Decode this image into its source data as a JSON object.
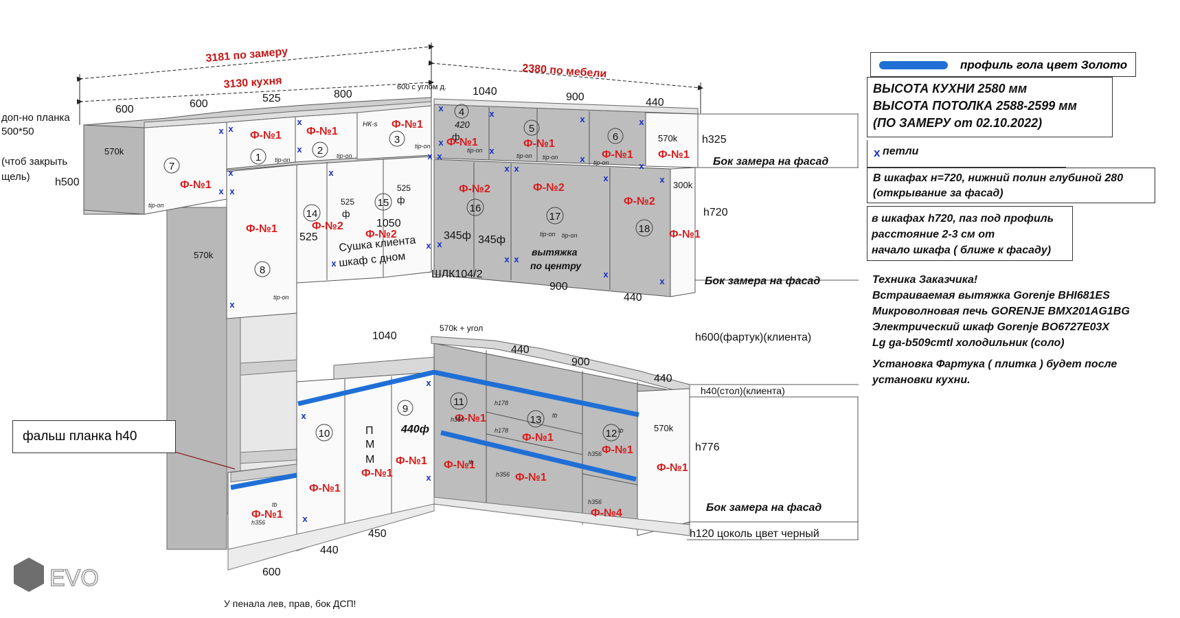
{
  "dimensions": {
    "measure_total": "3181 по замеру",
    "kitchen_total": "3130 кухня",
    "corner_total": "2380 по мебели",
    "top_modules": [
      "600",
      "600",
      "525",
      "800",
      "600 с углом д.",
      "1040",
      "900",
      "440"
    ],
    "mid": {
      "d525a": "525",
      "d525b": "525",
      "d525c": "525",
      "d1050": "1050",
      "d345a": "345ф",
      "d345b": "345ф",
      "d900": "900",
      "d440": "440"
    },
    "low_1040": "1040",
    "corner_label": "570k + угол",
    "low_440": "440",
    "low_900": "900",
    "low_440b": "440",
    "bottom_600": "600",
    "bottom_440": "440",
    "bottom_450": "450",
    "depth_570k": "570k",
    "depth_300k": "300k",
    "d440f": "440ф",
    "h325": "h325",
    "h500": "h500",
    "h720": "h720",
    "h776": "h776",
    "h600": "h600(фартук)(клиента)",
    "h40": "h40(стол)(клиента)",
    "h120": "h120 цоколь цвет черный"
  },
  "labels": {
    "bok1": "Бок замера на фасад",
    "bok2": "Бок замера на фасад",
    "bok3": "Бок замера на фасад",
    "dop_planka_1": "доп-но планка",
    "dop_planka_2": "500*50",
    "dop_planka_3": "(чтоб закрыть",
    "dop_planka_4": "щель)",
    "drying_1": "Сушка клиента",
    "drying_2": "шкаф с дном",
    "shlk": "ШЛК104/2",
    "hood_1": "вытяжка",
    "hood_2": "по центру",
    "pmm_p": "П",
    "pmm_m1": "М",
    "pmm_m2": "М",
    "pencil_note": "У пенала лев, прав, бок ДСП!",
    "falsh": "фальш планка h40",
    "hk": "НК-s",
    "ph": "ф"
  },
  "facades": {
    "f1": "Ф-№1",
    "f2": "Ф-№2",
    "f4": "Ф-№4"
  },
  "small": {
    "tipon": "tip-on",
    "tb": "tb",
    "h356": "h356",
    "h178": "h178",
    "n420": "420",
    "hinge": "x"
  },
  "numbers": [
    "1",
    "2",
    "3",
    "4",
    "5",
    "6",
    "7",
    "8",
    "9",
    "10",
    "11",
    "12",
    "13",
    "14",
    "15",
    "16",
    "17",
    "18"
  ],
  "notes": {
    "gola": "профиль гола цвет Золото",
    "height_kitchen": "ВЫСОТА КУХНИ 2580 мм",
    "height_ceiling": "ВЫСОТА ПОТОЛКА 2588-2599 мм",
    "measure_date": "(ПО ЗАМЕРУ от 02.10.2022)",
    "hinge_legend": "петли",
    "shelf_1": "В шкафах н=720, нижний полин глубиной 280",
    "shelf_2": "(открывание за фасад)",
    "groove_1": "в шкафах h720, паз под профиль",
    "groove_2": "расстояние 2-3 см    от",
    "groove_3": "начало шкафа ( ближе к фасаду)",
    "tech_title": "Техника Заказчика!",
    "tech_1": "Встраиваемая вытяжка Gorenje BHI681ES",
    "tech_2": "Микроволновая печь GORENJE BMX201AG1BG",
    "tech_3": "Электрический шкаф Gorenje BO6727E03X",
    "tech_4": "Lg ga-b509cmtl холодильник (соло)",
    "apron_1": "Устанoвка Фартука ( плитка ) будет после",
    "apron_2": "установки кухни."
  },
  "logo": {
    "text": "EVO"
  },
  "colors": {
    "facade_red": "#d81b1b",
    "gola_blue": "#1f6fd6",
    "cabinet_gray": "#b8b8b8",
    "hinge_blue": "#1a2fc4"
  }
}
